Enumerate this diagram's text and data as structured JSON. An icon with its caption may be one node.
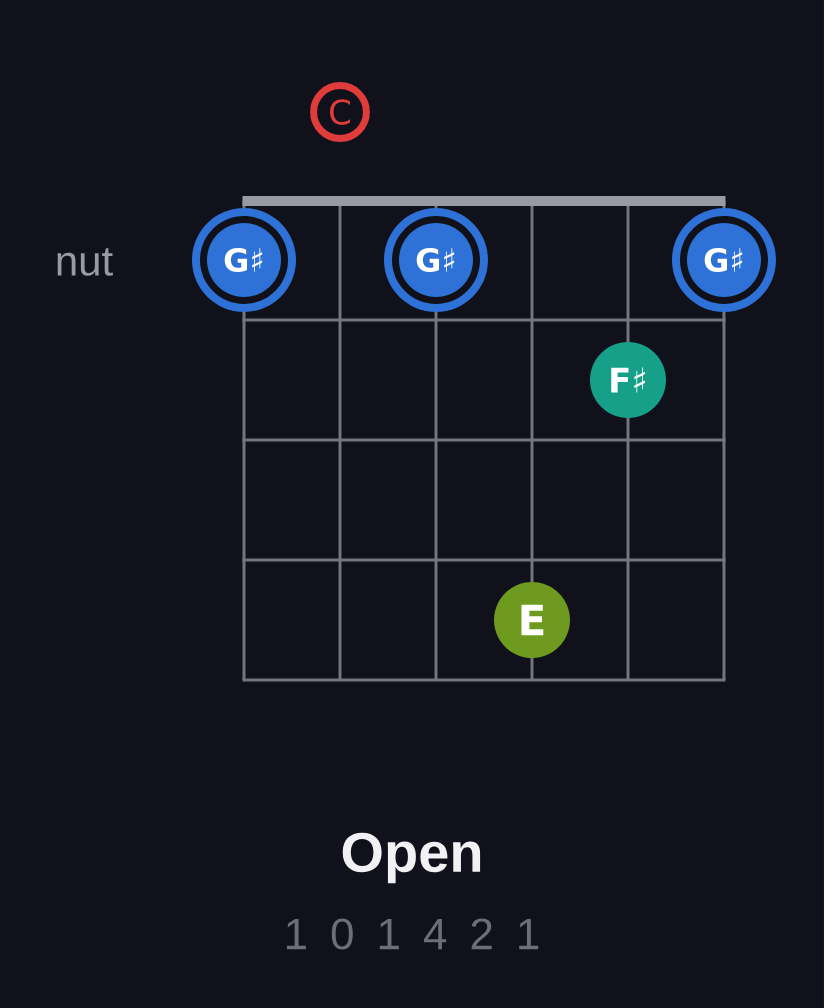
{
  "diagram": {
    "title": "Open",
    "nodes": [
      {
        "text": [
          "C"
        ]
      },
      {
        "text": [
          "G♯"
        ]
      },
      {
        "text": [
          "G♯"
        ]
      },
      {
        "text": [
          "G♯"
        ]
      },
      {
        "text": [
          "F♯"
        ]
      },
      {
        "text": [
          "E"
        ]
      }
    ],
    "labels": [
      "nut",
      "1 0 1 4 2 1"
    ]
  }
}
